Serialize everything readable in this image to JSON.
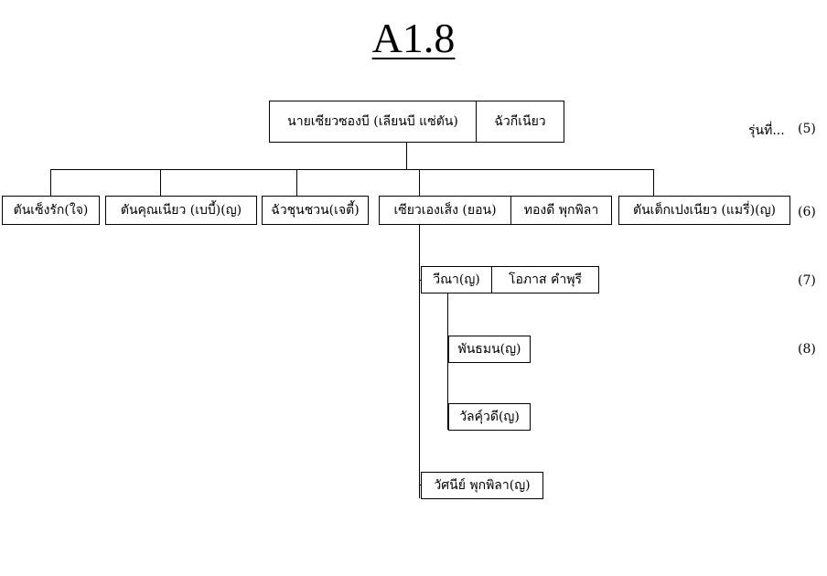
{
  "title": "A1.8",
  "generation_label": "รุ่นที่...",
  "generations": [
    "(5)",
    "(6)",
    "(7)",
    "(8)"
  ],
  "root": {
    "name": "นายเซียวซองบี (เลียนบี แซ่ตัน)",
    "spouse": "ฉัวกีเนียว"
  },
  "children": [
    {
      "name": "ตันเซ็งรัก(ใจ)"
    },
    {
      "name": "ตันคุณเนียว (เบบี้)(ญ)"
    },
    {
      "name": "ฉัวชุนชวน(เจตี้)"
    },
    {
      "name": "เซียวเองเส็ง (ยอน)",
      "spouse": "ทองดี พุกพิลา"
    },
    {
      "name": "ตันเต็กเปงเนียว (แมรี่)(ญ)"
    }
  ],
  "grandchildren": [
    {
      "name": "วีณา(ญ)",
      "spouse": "โอภาส คำพุรี"
    },
    {
      "name": "วัศนีย์ พุกพิลา(ญ)"
    }
  ],
  "great_grandchildren": [
    {
      "name": "พันธมน(ญ)"
    },
    {
      "name": "วัลคุ์วดี(ญ)"
    }
  ]
}
